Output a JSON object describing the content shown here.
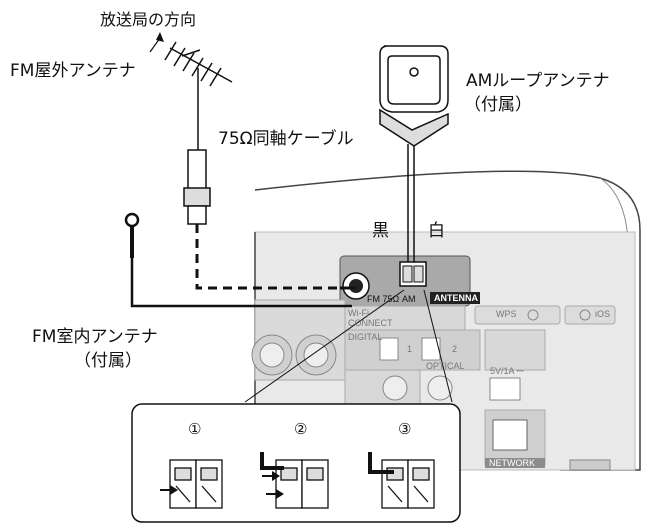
{
  "labels": {
    "direction": "放送局の方向",
    "fm_outdoor": "FM屋外アンテナ",
    "am_loop_line1": "AMループアンテナ",
    "am_loop_line2": "（付属）",
    "coax": "75Ω同軸ケーブル",
    "black": "黒",
    "white": "白",
    "fm_indoor_line1": "FM室内アンテナ",
    "fm_indoor_line2": "（付属）"
  },
  "panel": {
    "fm_port": "FM 75Ω",
    "am_mark": "AM",
    "antenna": "ANTENNA",
    "wifi": "Wi-Fi",
    "connect": "CONNECT",
    "wps": "WPS",
    "ios": "iOS",
    "digital": "DIGITAL",
    "optical": "OPTICAL",
    "in1": "1",
    "in2": "2",
    "usb_rating": "5V/1A ⎓",
    "network": "NETWORK"
  },
  "steps": [
    "①",
    "②",
    "③"
  ],
  "colors": {
    "line": "#111111",
    "panel_gray": "#d0d0d0",
    "panel_dark": "#9a9a9a"
  }
}
